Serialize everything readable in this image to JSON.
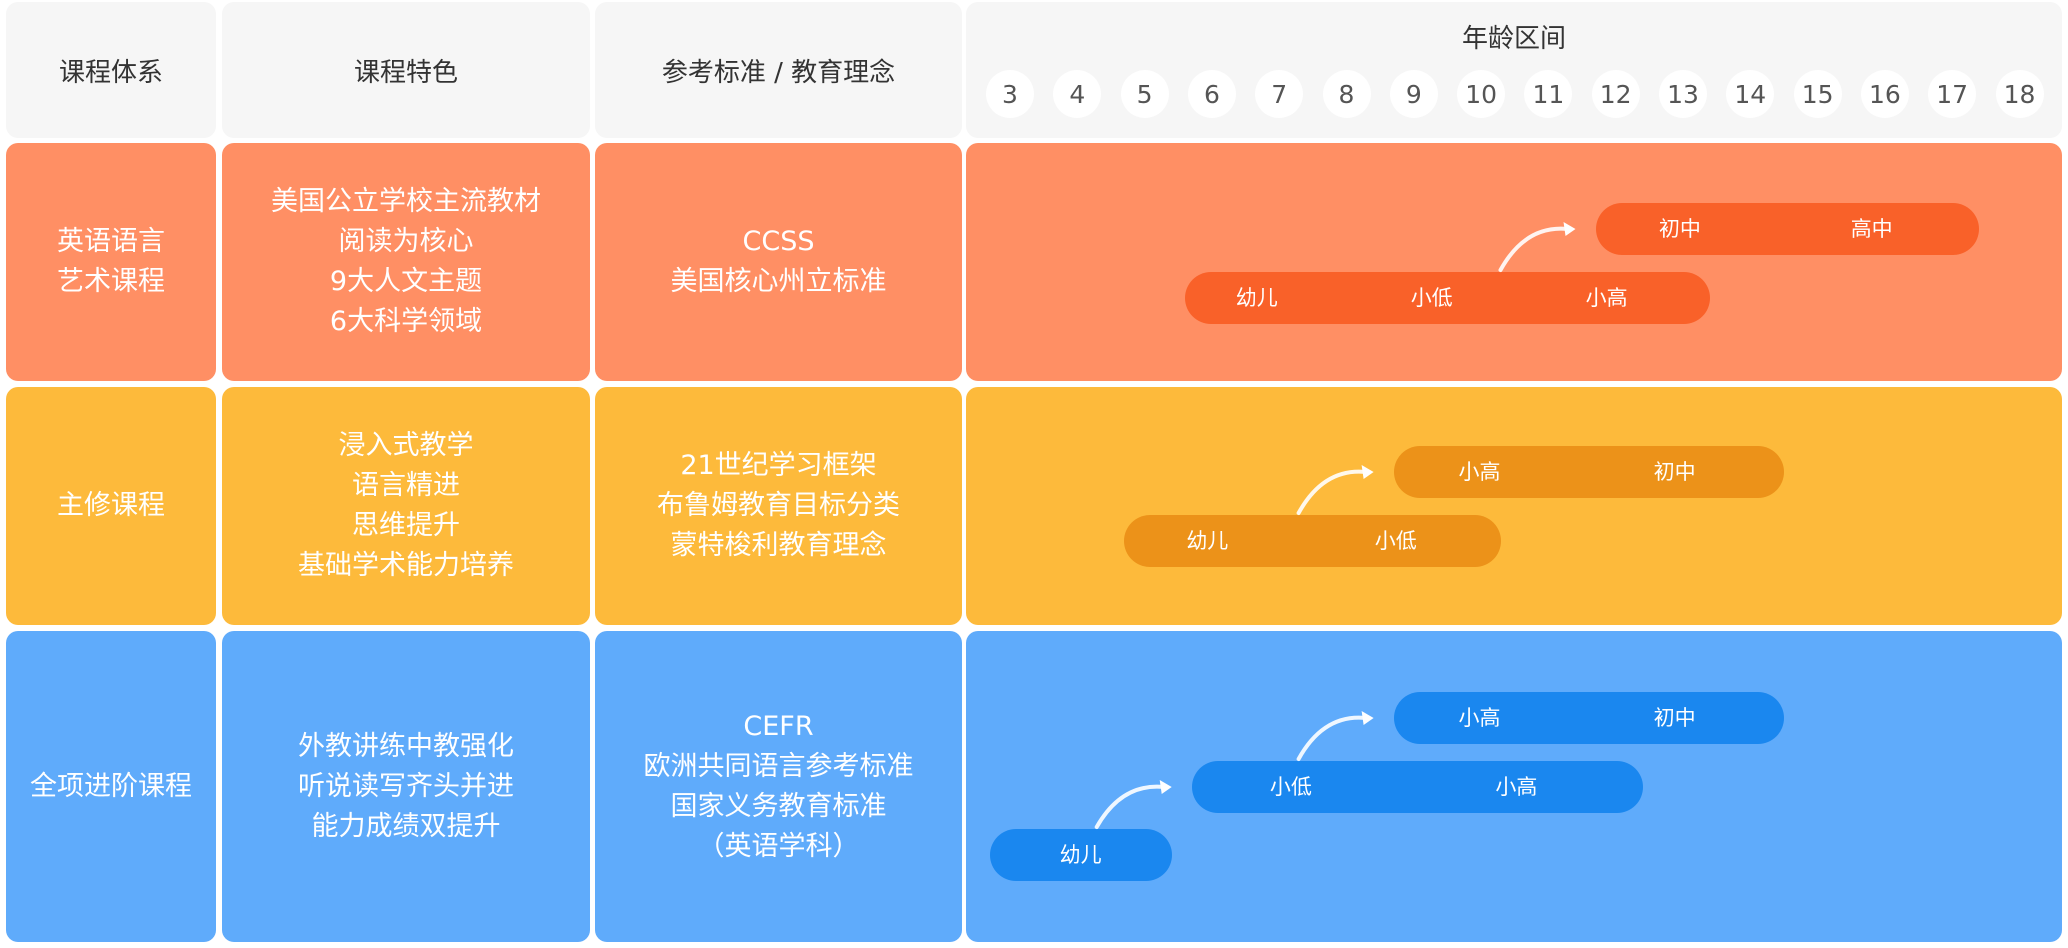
{
  "header": {
    "col1": "课程体系",
    "col2": "课程特色",
    "col3": "参考标准 / 教育理念",
    "age_title": "年龄区间",
    "ages": [
      "3",
      "4",
      "5",
      "6",
      "7",
      "8",
      "9",
      "10",
      "11",
      "12",
      "13",
      "14",
      "15",
      "16",
      "17",
      "18"
    ]
  },
  "colors": {
    "header_bg": "#f6f6f6",
    "orange_row": "#ff8f64",
    "orange_pill": "#f96129",
    "yellow_row": "#fdba3b",
    "yellow_pill": "#ec9219",
    "blue_row": "#5fabfb",
    "blue_pill": "#1a87ef"
  },
  "rows": [
    {
      "name_lines": [
        "英语语言",
        "艺术课程"
      ],
      "features": [
        "美国公立学校主流教材",
        "阅读为核心",
        "9大人文主题",
        "6大科学领域"
      ],
      "standards": [
        "CCSS",
        "美国核心州立标准"
      ],
      "pills": [
        {
          "start_age": 5.6,
          "end_age": 13.4,
          "stages": [
            "幼儿",
            "小低",
            "小高"
          ]
        },
        {
          "start_age": 11.7,
          "end_age": 17.4,
          "stages": [
            "初中",
            "高中"
          ]
        }
      ]
    },
    {
      "name_lines": [
        "主修课程"
      ],
      "features": [
        "浸入式教学",
        "语言精进",
        "思维提升",
        "基础学术能力培养"
      ],
      "standards": [
        "21世纪学习框架",
        "布鲁姆教育目标分类",
        "蒙特梭利教育理念"
      ],
      "pills": [
        {
          "start_age": 4.7,
          "end_age": 10.3,
          "stages": [
            "幼儿",
            "小低"
          ]
        },
        {
          "start_age": 8.7,
          "end_age": 14.5,
          "stages": [
            "小高",
            "初中"
          ]
        }
      ]
    },
    {
      "name_lines": [
        "全项进阶课程"
      ],
      "features": [
        "外教讲练中教强化",
        "听说读写齐头并进",
        "能力成绩双提升"
      ],
      "standards": [
        "CEFR",
        "欧洲共同语言参考标准",
        "国家义务教育标准",
        "（英语学科）"
      ],
      "pills": [
        {
          "start_age": 2.7,
          "end_age": 5.4,
          "stages": [
            "幼儿"
          ]
        },
        {
          "start_age": 5.7,
          "end_age": 12.4,
          "stages": [
            "小低",
            "小高"
          ]
        },
        {
          "start_age": 8.7,
          "end_age": 14.5,
          "stages": [
            "小高",
            "初中"
          ]
        }
      ]
    }
  ]
}
